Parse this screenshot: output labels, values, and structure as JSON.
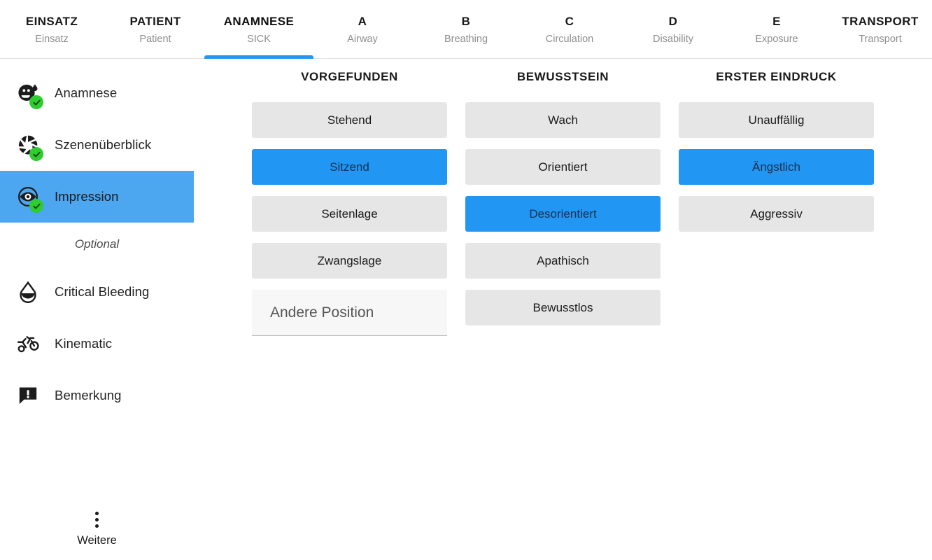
{
  "colors": {
    "accent": "#2196f3",
    "accent_soft": "#4da6f0",
    "button_bg": "#e6e6e6",
    "check_green": "#2ecc2e",
    "selected_text": "#18314f"
  },
  "tabs": [
    {
      "title": "EINSATZ",
      "sub": "Einsatz",
      "active": false
    },
    {
      "title": "PATIENT",
      "sub": "Patient",
      "active": false
    },
    {
      "title": "ANAMNESE",
      "sub": "SICK",
      "active": true
    },
    {
      "title": "A",
      "sub": "Airway",
      "active": false
    },
    {
      "title": "B",
      "sub": "Breathing",
      "active": false
    },
    {
      "title": "C",
      "sub": "Circulation",
      "active": false
    },
    {
      "title": "D",
      "sub": "Disability",
      "active": false
    },
    {
      "title": "E",
      "sub": "Exposure",
      "active": false
    },
    {
      "title": "TRANSPORT",
      "sub": "Transport",
      "active": false
    }
  ],
  "sidebar": {
    "optional_label": "Optional",
    "more": {
      "label": "Weitere",
      "icon": "overflow-dots-icon"
    },
    "items": [
      {
        "label": "Anamnese",
        "icon": "sick-face-icon",
        "completed": true,
        "selected": false
      },
      {
        "label": "Szenenüberblick",
        "icon": "camera-aperture-icon",
        "completed": true,
        "selected": false
      },
      {
        "label": "Impression",
        "icon": "eye-icon",
        "completed": true,
        "selected": true
      }
    ],
    "optional_items": [
      {
        "label": "Critical Bleeding",
        "icon": "blood-drop-icon",
        "completed": false,
        "selected": false
      },
      {
        "label": "Kinematic",
        "icon": "motorcycle-icon",
        "completed": false,
        "selected": false
      },
      {
        "label": "Bemerkung",
        "icon": "comment-alert-icon",
        "completed": false,
        "selected": false
      }
    ]
  },
  "columns": [
    {
      "header": "VORGEFUNDEN",
      "options": [
        {
          "label": "Stehend",
          "selected": false
        },
        {
          "label": "Sitzend",
          "selected": true
        },
        {
          "label": "Seitenlage",
          "selected": false
        },
        {
          "label": "Zwangslage",
          "selected": false
        }
      ],
      "input": {
        "placeholder": "Andere Position",
        "value": ""
      }
    },
    {
      "header": "BEWUSSTSEIN",
      "options": [
        {
          "label": "Wach",
          "selected": false
        },
        {
          "label": "Orientiert",
          "selected": false
        },
        {
          "label": "Desorientiert",
          "selected": true
        },
        {
          "label": "Apathisch",
          "selected": false
        },
        {
          "label": "Bewusstlos",
          "selected": false
        }
      ],
      "input": null
    },
    {
      "header": "ERSTER EINDRUCK",
      "options": [
        {
          "label": "Unauffällig",
          "selected": false
        },
        {
          "label": "Ängstlich",
          "selected": true
        },
        {
          "label": "Aggressiv",
          "selected": false
        }
      ],
      "input": null
    }
  ]
}
